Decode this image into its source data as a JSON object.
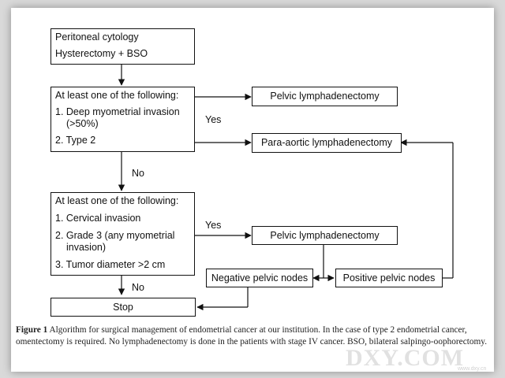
{
  "diagram": {
    "start_box": {
      "line1": "Peritoneal cytology",
      "line2": "Hysterectomy + BSO"
    },
    "criteria_box_1": {
      "heading": "At least one of the following:",
      "item1_a": "1. Deep myometrial invasion",
      "item1_b": "(>50%)",
      "item2": "2. Type 2"
    },
    "criteria_box_2": {
      "heading": "At least one of the following:",
      "item1": "1. Cervical invasion",
      "item2_a": "2. Grade 3 (any myometrial",
      "item2_b": "invasion)",
      "item3": "3. Tumor diameter >2 cm"
    },
    "pelvic_lymph_top": "Pelvic lymphadenectomy",
    "para_aortic": "Para-aortic lymphadenectomy",
    "pelvic_lymph_bottom": "Pelvic lymphadenectomy",
    "negative_nodes": "Negative pelvic nodes",
    "positive_nodes": "Positive pelvic nodes",
    "stop": "Stop",
    "label_yes_1": "Yes",
    "label_no_1": "No",
    "label_yes_2": "Yes",
    "label_no_2": "No"
  },
  "caption": {
    "figure_label": "Figure 1",
    "text": " Algorithm for surgical management of endometrial cancer at our institution. In the case of type 2 endometrial cancer, omentectomy is required. No lymphadenectomy is done in the patients with stage IV cancer. BSO, bilateral salpingo-oophorectomy."
  },
  "watermark": {
    "logo": "DXY.COM",
    "url": "www.dxy.cn"
  }
}
